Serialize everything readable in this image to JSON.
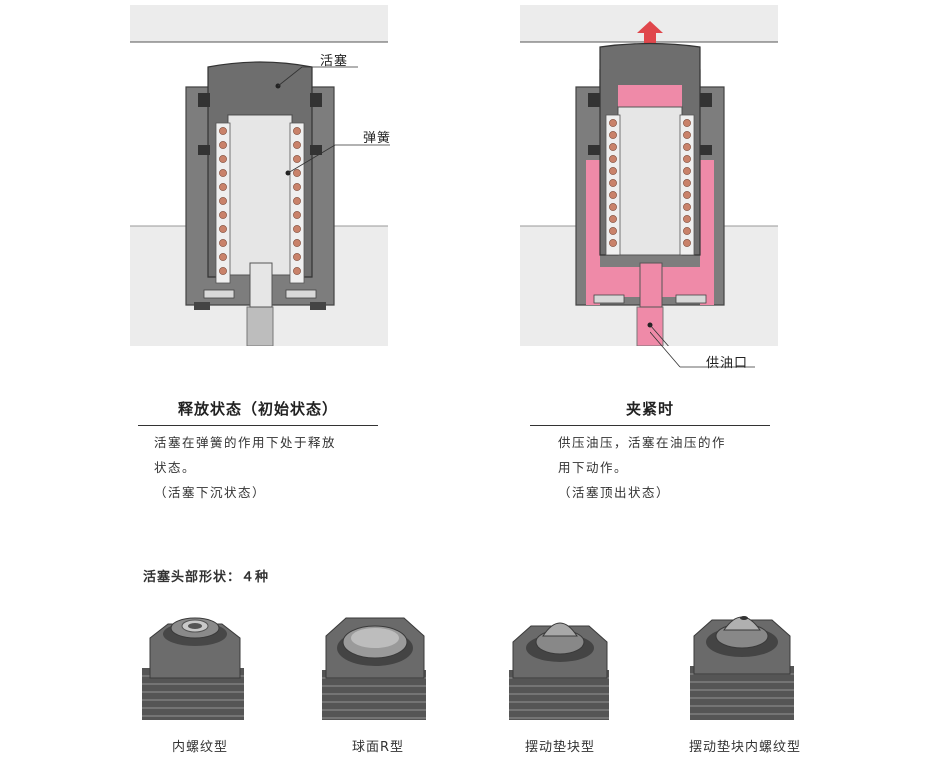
{
  "diagrams": {
    "released": {
      "label_piston": "活塞",
      "label_spring": "弹簧"
    },
    "clamped": {
      "label_port": "供油口"
    }
  },
  "states": [
    {
      "title": "释放状态（初始状态）",
      "lines": [
        "活塞在弹簧的作用下处于释放",
        "状态。",
        "（活塞下沉状态）"
      ]
    },
    {
      "title": "夹紧时",
      "lines": [
        "供压油压，活塞在油压的作",
        "用下动作。",
        "（活塞顶出状态）"
      ]
    }
  ],
  "head_shapes": {
    "title": "活塞头部形状：４种",
    "items": [
      {
        "label": "内螺纹型"
      },
      {
        "label": "球面R型"
      },
      {
        "label": "摆动垫块型"
      },
      {
        "label": "摆动垫块内螺纹型"
      }
    ]
  },
  "colors": {
    "oil_pink": "#ef8aa8",
    "arrow_red": "#e0474c",
    "spring_copper": "#c9826a",
    "body_gray": "#7d7d7d",
    "slot_light": "#e6e6e6"
  }
}
